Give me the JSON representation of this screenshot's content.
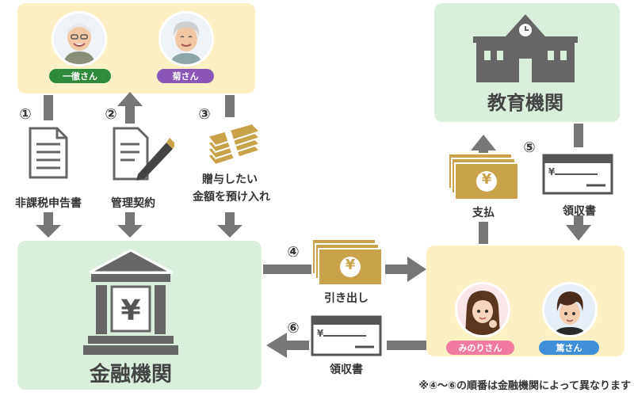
{
  "grandparents": {
    "grandfather_name": "一徹さん",
    "grandmother_name": "菊さん"
  },
  "steps": {
    "step1": {
      "num": "①",
      "label": "非課税申告書"
    },
    "step2": {
      "num": "②",
      "label": "管理契約"
    },
    "step3": {
      "num": "③",
      "label_line1": "贈与したい",
      "label_line2": "金額を預け入れ"
    },
    "step4": {
      "num": "④",
      "label": "引き出し"
    },
    "step5": {
      "num": "⑤"
    },
    "step6": {
      "num": "⑥",
      "label": "領収書"
    },
    "payment_label": "支払",
    "receipt_label": "領収書"
  },
  "institutions": {
    "bank": "金融機関",
    "school": "教育機関"
  },
  "grandchildren": {
    "granddaughter_name": "みのりさん",
    "grandson_name": "篤さん"
  },
  "icons": {
    "yen_symbol": "¥"
  },
  "note": "※④〜⑥の順番は金融機関によって異なります",
  "colors": {
    "yellow_box": "#fdf0c4",
    "green_box": "#d9efdb",
    "arrow": "#777777",
    "money": "#c9a24a"
  }
}
